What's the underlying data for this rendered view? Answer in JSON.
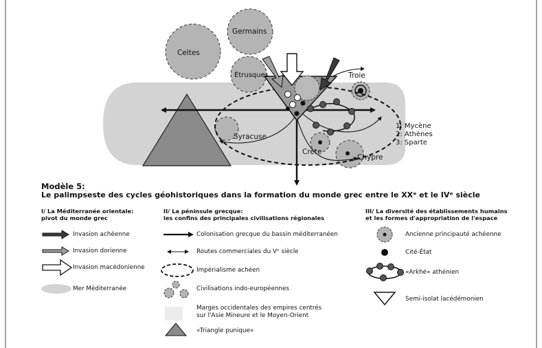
{
  "map": {
    "labels": {
      "celtes": "Celtes",
      "germains": "Germains",
      "etrusques": "Étrusques",
      "troie": "Troie",
      "syracuse": "Syracuse",
      "crete": "Crète",
      "chypre": "Chypre"
    },
    "numbers": [
      "1: Mycène",
      "2: Athènes",
      "3: Sparte"
    ]
  },
  "title": {
    "line1": "Modèle 5:",
    "line2": "Le palimpseste des cycles géohistoriques dans la formation du monde grec entre le XXᵉ et le IVᵉ siècle"
  },
  "legend": {
    "col1": {
      "header1": "I/ La Méditerranée orientale:",
      "header2": "pivot du monde grec",
      "items": [
        "Invasion achéenne",
        "Invasion dorienne",
        "Invasion macédonienne",
        "Mer Méditerranée"
      ]
    },
    "col2": {
      "header1": "II/ La péninsule grecque:",
      "header2": "les confins des principales civilisations régionales",
      "items": [
        "Colonisation grecque du bassin méditerranéen",
        "Routes commerciales du Vᵉ siècle",
        "Impérialisme achéen",
        "Civilisations indo-européennes",
        "Marges occidentales des empires centrés",
        "sur l'Asie Mineure et le Moyen-Orient",
        "«Triangle punique»"
      ]
    },
    "col3": {
      "header1": "III/ La diversité des établissements humains",
      "header2": "et les formes d'appropriation de l'espace",
      "items": [
        "Ancienne principauté achéenne",
        "Cité-État",
        "«Arkhé» athénien",
        "Semi-isolat lacédémonien"
      ]
    }
  },
  "colors": {
    "sea": "#d3d3d3",
    "margin": "#ececec",
    "triangle": "#8a8a8a",
    "civ": "#b4b4b4",
    "ink": "#111111"
  }
}
